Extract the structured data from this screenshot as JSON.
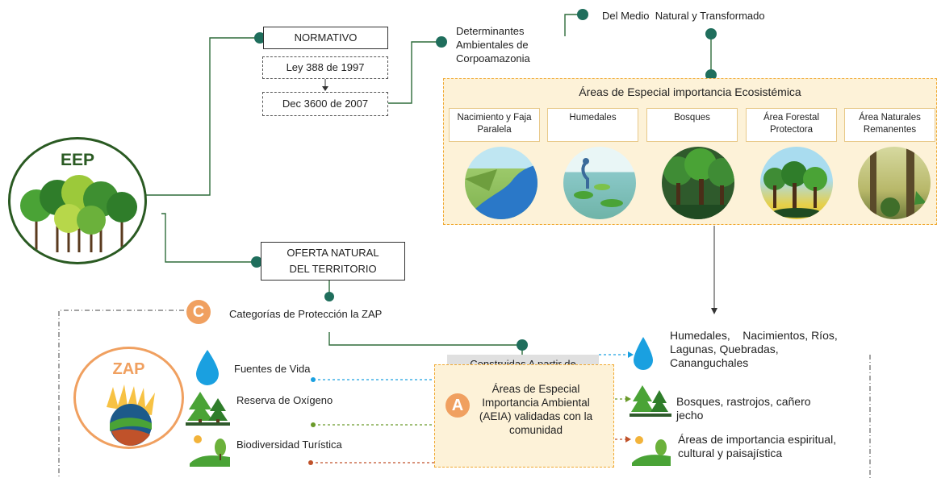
{
  "eep": {
    "title": "EEP"
  },
  "normativo": {
    "title": "NORMATIVO",
    "ley": "Ley 388 de 1997",
    "decreto": "Dec 3600 de 2007"
  },
  "determinantes": {
    "label": "Determinantes Ambientales de Corpoamazonia"
  },
  "medio": {
    "label": "Del Medio  Natural y Transformado"
  },
  "areas_especial": {
    "title": "Áreas de Especial importancia Ecosistémica",
    "cards": [
      {
        "label": "Nacimiento y Faja Paralela",
        "icon": "river-valley-icon"
      },
      {
        "label": "Humedales",
        "icon": "wetland-heron-icon"
      },
      {
        "label": "Bosques",
        "icon": "forest-icon"
      },
      {
        "label": "Área Forestal Protectora",
        "icon": "protected-forest-icon"
      },
      {
        "label": "Área Naturales Remanentes",
        "icon": "jungle-icon"
      }
    ]
  },
  "oferta": {
    "label": "OFERTA NATURAL DEL TERRITORIO"
  },
  "categorias": {
    "letter": "C",
    "label": "Categorías de Protección la ZAP"
  },
  "zap": {
    "title": "ZAP"
  },
  "items_left": [
    {
      "label": "Fuentes de Vida",
      "icon": "water-drop-icon"
    },
    {
      "label": "Reserva de Oxígeno",
      "icon": "trees-icon"
    },
    {
      "label": "Biodiversidad Turística",
      "icon": "sun-landscape-icon"
    }
  ],
  "construidas": {
    "label": "Construidas A partir de"
  },
  "aeia": {
    "letter": "A",
    "label": "Áreas de Especial Importancia Ambiental (AEIA) validadas con la comunidad"
  },
  "items_right": [
    {
      "label": "Humedales,    Nacimientos, Ríos, Lagunas, Quebradas, Cananguchales",
      "icon": "water-drop-icon"
    },
    {
      "label": "Bosques, rastrojos, cañero jecho",
      "icon": "trees-icon"
    },
    {
      "label": "Áreas de importancia espiritual, cultural y paisajística",
      "icon": "sun-landscape-icon"
    }
  ],
  "colors": {
    "connector": "#2e6b3a",
    "node": "#1f6e5c",
    "panel": "#fdf2d8",
    "panel_border": "#f0a830",
    "accent": "#f0a060",
    "water": "#1aa0e0"
  }
}
